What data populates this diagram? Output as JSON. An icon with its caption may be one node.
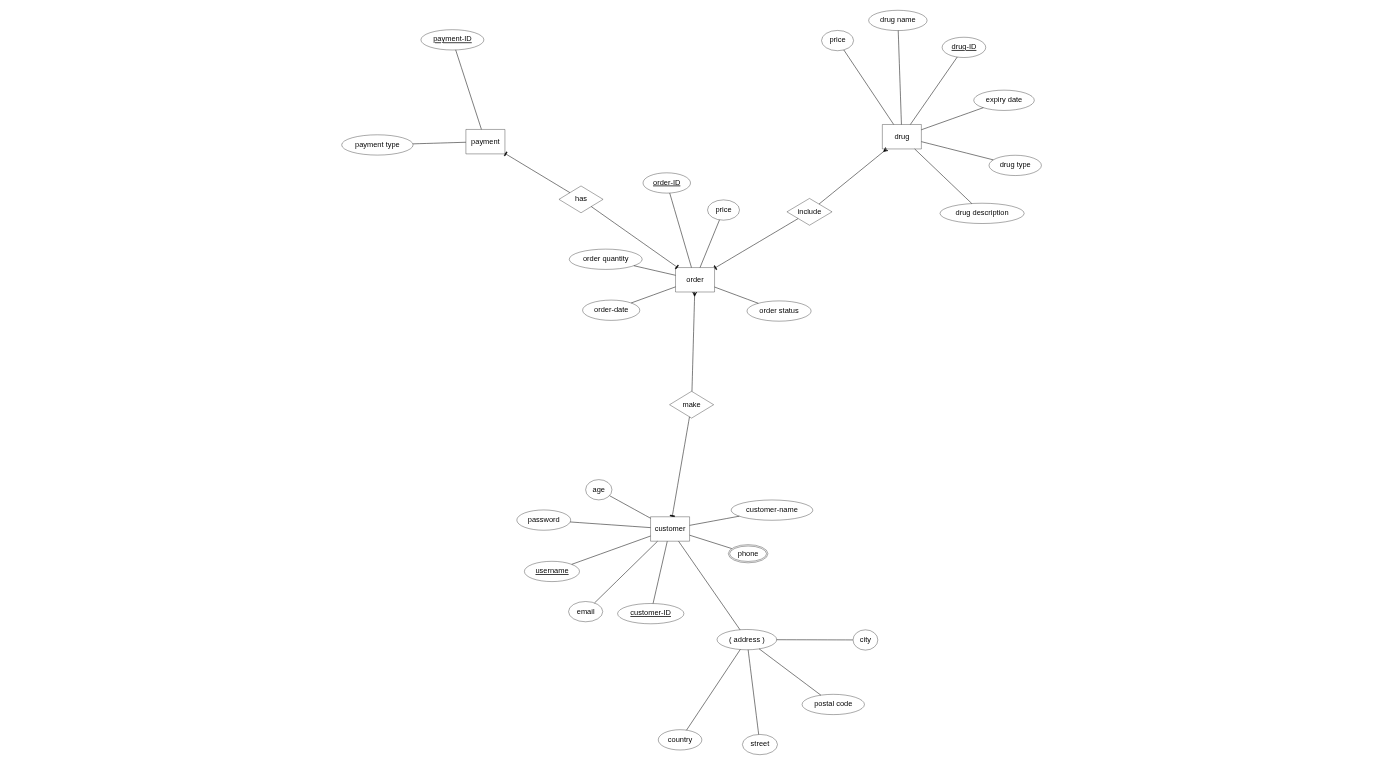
{
  "diagram": {
    "nodes": [
      {
        "text": [
          "order"
        ]
      },
      {
        "text": [
          "order status"
        ]
      },
      {
        "text": [
          "order-date"
        ]
      },
      {
        "text": [
          "order-ID"
        ]
      },
      {
        "text": [
          "price"
        ]
      },
      {
        "text": [
          "order quantity"
        ]
      },
      {
        "text": [
          "make"
        ]
      },
      {
        "text": [
          "customer"
        ]
      },
      {
        "text": [
          "customer-ID"
        ]
      },
      {
        "text": [
          "customer-name"
        ]
      },
      {
        "text": [
          "phone"
        ]
      },
      {
        "text": [
          "email"
        ]
      },
      {
        "text": [
          "( address )"
        ]
      },
      {
        "text": [
          "postal code"
        ]
      },
      {
        "text": [
          "city"
        ]
      },
      {
        "text": [
          "country"
        ]
      },
      {
        "text": [
          "street"
        ]
      },
      {
        "text": [
          "password"
        ]
      },
      {
        "text": [
          "username"
        ]
      },
      {
        "text": [
          "age"
        ]
      },
      {
        "text": [
          "payment-ID"
        ]
      },
      {
        "text": [
          "payment type"
        ]
      },
      {
        "text": [
          "payment"
        ]
      },
      {
        "text": [
          "has"
        ]
      },
      {
        "text": [
          "include"
        ]
      },
      {
        "text": [
          "drug"
        ]
      },
      {
        "text": [
          "expiry date"
        ]
      },
      {
        "text": [
          "price"
        ]
      },
      {
        "text": [
          "drug description"
        ]
      },
      {
        "text": [
          "drug type"
        ]
      },
      {
        "text": [
          "drug name"
        ]
      },
      {
        "text": [
          "drug-ID"
        ]
      }
    ],
    "edges": [
      {
        "from": 1,
        "to": 0,
        "arrow": "none"
      },
      {
        "from": 2,
        "to": 0,
        "arrow": "none"
      },
      {
        "from": 3,
        "to": 0,
        "arrow": "none"
      },
      {
        "from": 4,
        "to": 0,
        "arrow": "none"
      },
      {
        "from": 5,
        "to": 0,
        "arrow": "none"
      },
      {
        "from": 6,
        "to": 0,
        "arrow": "other"
      },
      {
        "from": 6,
        "to": 7,
        "arrow": "other"
      },
      {
        "from": 8,
        "to": 7,
        "arrow": "none"
      },
      {
        "from": 9,
        "to": 7,
        "arrow": "none"
      },
      {
        "from": 10,
        "to": 7,
        "arrow": "none"
      },
      {
        "from": 11,
        "to": 7,
        "arrow": "none"
      },
      {
        "from": 12,
        "to": 7,
        "arrow": "none"
      },
      {
        "from": 12,
        "to": 13,
        "arrow": "none"
      },
      {
        "from": 12,
        "to": 14,
        "arrow": "none"
      },
      {
        "from": 12,
        "to": 15,
        "arrow": "none"
      },
      {
        "from": 12,
        "to": 16,
        "arrow": "none"
      },
      {
        "from": 17,
        "to": 7,
        "arrow": "none"
      },
      {
        "from": 18,
        "to": 7,
        "arrow": "none"
      },
      {
        "from": 19,
        "to": 7,
        "arrow": "none"
      },
      {
        "from": 20,
        "to": 22,
        "arrow": "none"
      },
      {
        "from": 21,
        "to": 22,
        "arrow": "none"
      },
      {
        "from": 23,
        "to": 22,
        "arrow": "other"
      },
      {
        "from": 23,
        "to": 0,
        "arrow": "other"
      },
      {
        "from": 24,
        "to": 0,
        "arrow": "other"
      },
      {
        "from": 24,
        "to": 25,
        "arrow": "other"
      },
      {
        "from": 26,
        "to": 25,
        "arrow": "none"
      },
      {
        "from": 27,
        "to": 25,
        "arrow": "none"
      },
      {
        "from": 28,
        "to": 25,
        "arrow": "none"
      },
      {
        "from": 29,
        "to": 25,
        "arrow": "none"
      },
      {
        "from": 30,
        "to": 25,
        "arrow": "none"
      },
      {
        "from": 31,
        "to": 25,
        "arrow": "none"
      }
    ]
  }
}
